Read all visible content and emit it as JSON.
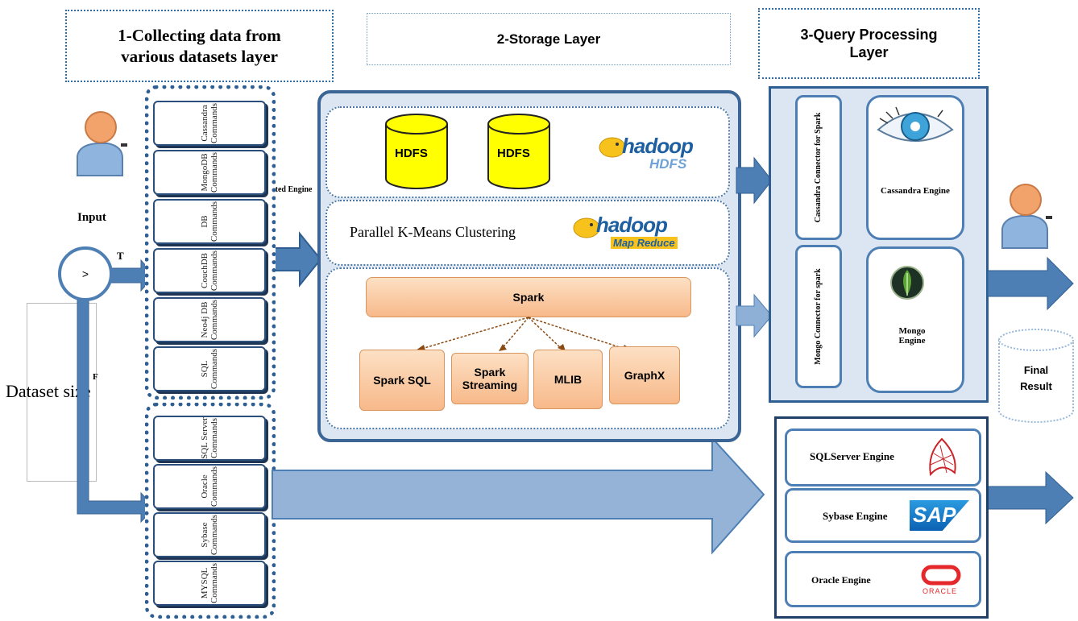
{
  "layers": {
    "collect": "1-Collecting data from various datasets layer",
    "storage": "2-Storage Layer",
    "query": "3-Query Processing Layer"
  },
  "left": {
    "input_label": "Input",
    "decision_symbol": ">",
    "true_label": "T",
    "false_label": "F",
    "dataset_size": "Dataset size",
    "selected_engine": "Selected Engine"
  },
  "nosql_commands": [
    "Cassandra Commands",
    "MongoDB Commands",
    "DB Commands",
    "CouchDB Commands",
    "Neo4j DB Commands",
    "SQL Commands"
  ],
  "sql_commands": [
    "SQL Server Commands",
    "Oracle Commands",
    "Sybase Commands",
    "MYSQL Commands"
  ],
  "storage": {
    "hdfs_1": "HDFS",
    "hdfs_2": "HDFS",
    "hadoop_hdfs_logo": "hadoop",
    "hadoop_hdfs_sub": "HDFS",
    "kmeans": "Parallel K-Means Clustering",
    "hadoop_mr_logo": "hadoop",
    "hadoop_mr_sub": "Map Reduce",
    "spark": "Spark",
    "spark_sql": "Spark SQL",
    "spark_streaming": "Spark Streaming",
    "mlib": "MLIB",
    "graphx": "GraphX"
  },
  "query": {
    "cassandra_connector": "Cassandra Connector for Spark",
    "cassandra_engine": "Cassandra Engine",
    "mongo_connector": "Mongo Connector for spark",
    "mongo_engine": "Mongo Engine"
  },
  "rdbms": {
    "sqlserver": "SQLServer Engine",
    "sybase": "Sybase Engine",
    "sap_logo": "SAP",
    "oracle": "Oracle Engine",
    "oracle_logo": "ORACLE"
  },
  "final_result": "Final Result",
  "colors": {
    "arrow": "#4e7fb4",
    "arrow_light": "#8eb0d6",
    "border": "#2f5e93",
    "spark_orange": "#f7b98a",
    "hdfs_yellow": "#ffff00"
  }
}
